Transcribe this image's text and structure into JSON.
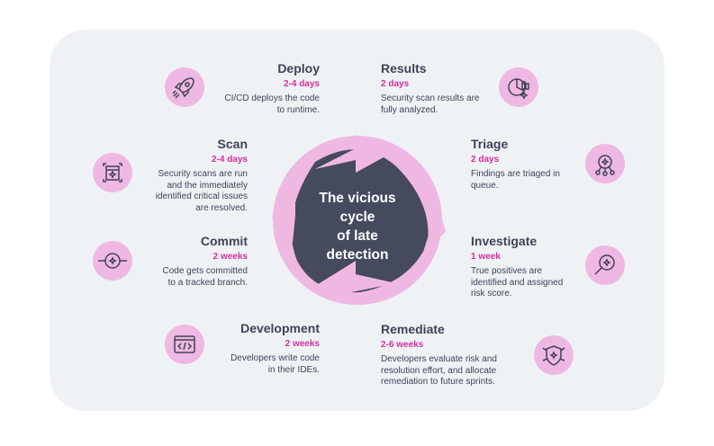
{
  "center_title": "The vicious\ncycle\nof late\ndetection",
  "steps": [
    {
      "title": "Deploy",
      "duration": "2-4 days",
      "desc": "CI/CD deploys the code\nto runtime.",
      "icon": "rocket-icon"
    },
    {
      "title": "Results",
      "duration": "2 days",
      "desc": "Security scan results are\nfully analyzed.",
      "icon": "chart-icon"
    },
    {
      "title": "Scan",
      "duration": "2-4 days",
      "desc": "Security scans are run\nand the immediately\nidentified critical issues\nare resolved.",
      "icon": "scan-icon"
    },
    {
      "title": "Triage",
      "duration": "2 days",
      "desc": "Findings are triaged in\nqueue.",
      "icon": "network-icon"
    },
    {
      "title": "Commit",
      "duration": "2 weeks",
      "desc": "Code gets committed\nto a tracked branch.",
      "icon": "commit-icon"
    },
    {
      "title": "Investigate",
      "duration": "1 week",
      "desc": "True positives are\nidentified and assigned\nrisk score.",
      "icon": "magnifier-icon"
    },
    {
      "title": "Development",
      "duration": "2 weeks",
      "desc": "Developers write code\nin their IDEs.",
      "icon": "code-icon"
    },
    {
      "title": "Remediate",
      "duration": "2-6 weeks",
      "desc": "Developers evaluate risk and\nresolution effort, and allocate\nremediation to future sprints.",
      "icon": "shield-icon"
    }
  ]
}
